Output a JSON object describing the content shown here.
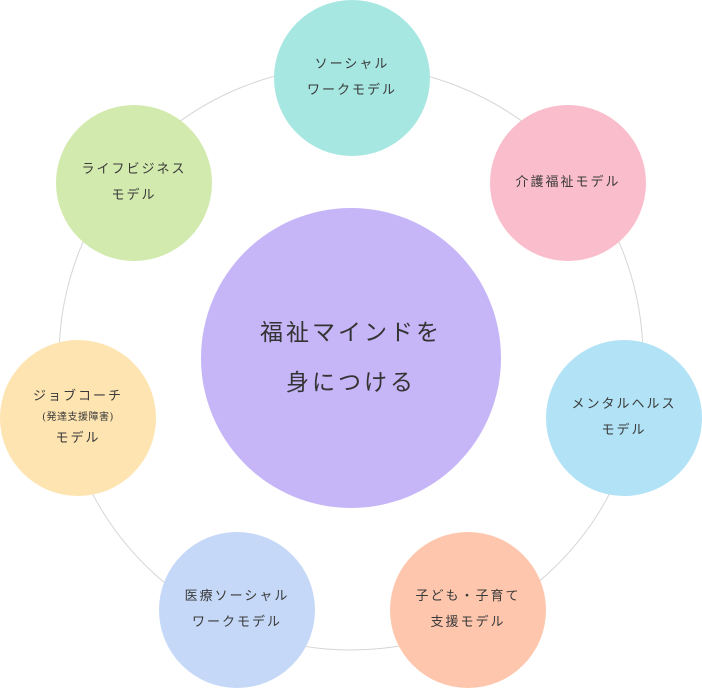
{
  "center": {
    "lines": [
      "福祉マインドを",
      "身につける"
    ],
    "color": "#c6b6f7"
  },
  "nodes": [
    {
      "key": "social",
      "lines": [
        "ソーシャル",
        "ワークモデル"
      ],
      "color": "#a7e7e2"
    },
    {
      "key": "care",
      "lines": [
        "介護福祉モデル"
      ],
      "color": "#fabdcc"
    },
    {
      "key": "mental",
      "lines": [
        "メンタルヘルス",
        "モデル"
      ],
      "color": "#b1e2f5"
    },
    {
      "key": "child",
      "lines": [
        "子ども・子育て",
        "支援モデル"
      ],
      "color": "#fec6ad"
    },
    {
      "key": "medical",
      "lines": [
        "医療ソーシャル",
        "ワークモデル"
      ],
      "color": "#c5d8f7"
    },
    {
      "key": "job",
      "lines": [
        "ジョブコーチ",
        "(発達支援障害)",
        "モデル"
      ],
      "color": "#fde4b1"
    },
    {
      "key": "life",
      "lines": [
        "ライフビジネス",
        "モデル"
      ],
      "color": "#d3eaae"
    }
  ],
  "ring_color": "#d6d6d6"
}
